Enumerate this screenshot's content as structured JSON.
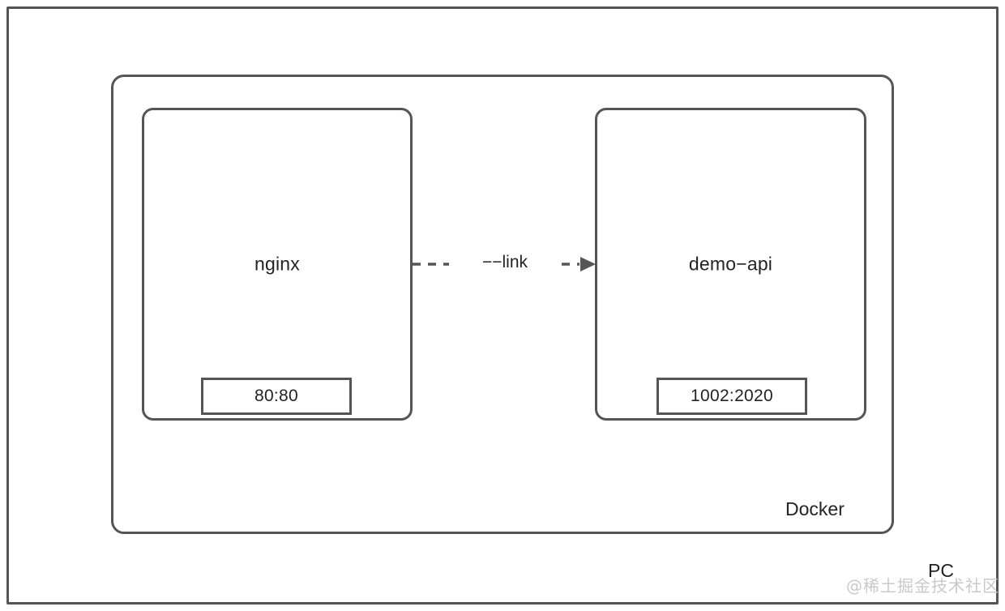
{
  "diagram": {
    "type": "container-architecture",
    "outer": {
      "name": "PC",
      "label": "PC"
    },
    "runtime": {
      "name": "Docker",
      "label": "Docker"
    },
    "services": [
      {
        "id": "nginx",
        "label": "nginx",
        "port_mapping": "80:80"
      },
      {
        "id": "demo-api",
        "label": "demo−api",
        "port_mapping": "1002:2020"
      }
    ],
    "connector": {
      "label": "−−link",
      "from": "nginx",
      "to": "demo−api",
      "style": "dashed",
      "arrowhead": "filled-triangle",
      "direction": "right"
    }
  },
  "watermark": {
    "text": "@稀土掘金技术社区"
  },
  "colors": {
    "stroke": "#555555",
    "text": "#232323",
    "background": "#ffffff",
    "watermark": "#c9c9c9"
  }
}
